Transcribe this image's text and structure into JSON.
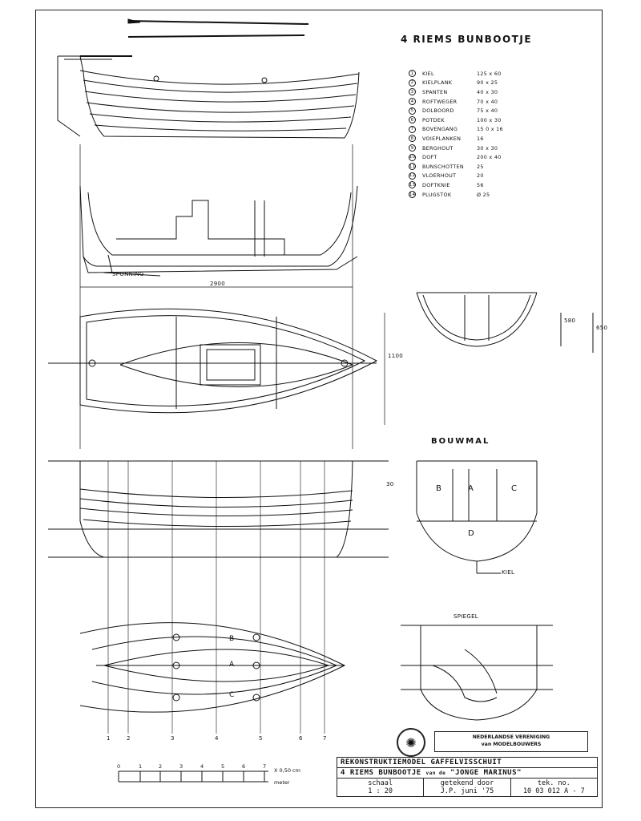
{
  "title": "4 RIEMS BUNBOOTJE",
  "parts": [
    {
      "n": "1",
      "name": "KIEL",
      "dim": "125 x 60"
    },
    {
      "n": "2",
      "name": "KIELPLANK",
      "dim": "90 x 25"
    },
    {
      "n": "3",
      "name": "SPANTEN",
      "dim": "40 x 30"
    },
    {
      "n": "4",
      "name": "ROFTWEGER",
      "dim": "70 x 40"
    },
    {
      "n": "5",
      "name": "DOLBOORD",
      "dim": "75 x 40"
    },
    {
      "n": "6",
      "name": "POTDEK",
      "dim": "100 x 30"
    },
    {
      "n": "7",
      "name": "BOVENGANG",
      "dim": "15 0 x 16"
    },
    {
      "n": "8",
      "name": "VOIEPLANKEN",
      "dim": "16"
    },
    {
      "n": "9",
      "name": "BERGHOUT",
      "dim": "30 x 30"
    },
    {
      "n": "10",
      "name": "DOFT",
      "dim": "200 x 40"
    },
    {
      "n": "11",
      "name": "BUNSCHOTTEN",
      "dim": "25"
    },
    {
      "n": "12",
      "name": "VLOERHOUT",
      "dim": "20"
    },
    {
      "n": "13",
      "name": "DOFTKNIE",
      "dim": "56"
    },
    {
      "n": "14",
      "name": "PLUGSTOK",
      "dim": "Ø 25"
    }
  ],
  "labels": {
    "sponning": "SPONNING",
    "length": "2900",
    "beam": "1100",
    "depth1": "580",
    "depth2": "650",
    "bouwmal": "BOUWMAL",
    "kiel": "KIEL",
    "spiegel": "SPIEGEL",
    "dim30": "30",
    "dimA": "A",
    "dimB": "B",
    "dimC": "C",
    "dimD": "D"
  },
  "sections": [
    "1",
    "2",
    "3",
    "4",
    "5",
    "6",
    "7"
  ],
  "scale": {
    "ticks": [
      "0",
      "1",
      "2",
      "3",
      "4",
      "5",
      "6",
      "7"
    ],
    "units_top": "X 0,50 cm",
    "units_bottom": "meter"
  },
  "organization": {
    "line1": "NEDERLANDSE VERENIGING",
    "line2": "MODELBOUWERS",
    "prefix": "van"
  },
  "title_block": {
    "line1": "REKONSTRUKTIEMODEL  GAFFELVISSCHUIT",
    "line2": "4 RIEMS BUNBOOTJE",
    "line2_small": "van de",
    "line2_quote": "\"JONGE MARINUS\"",
    "col1_head": "schaal",
    "col1_val": "1 : 20",
    "col2_head": "getekend door",
    "col2_val": "J.P.  juni '75",
    "col3_head": "tek. no.",
    "col3_val": "10 03 012   A - 7"
  }
}
